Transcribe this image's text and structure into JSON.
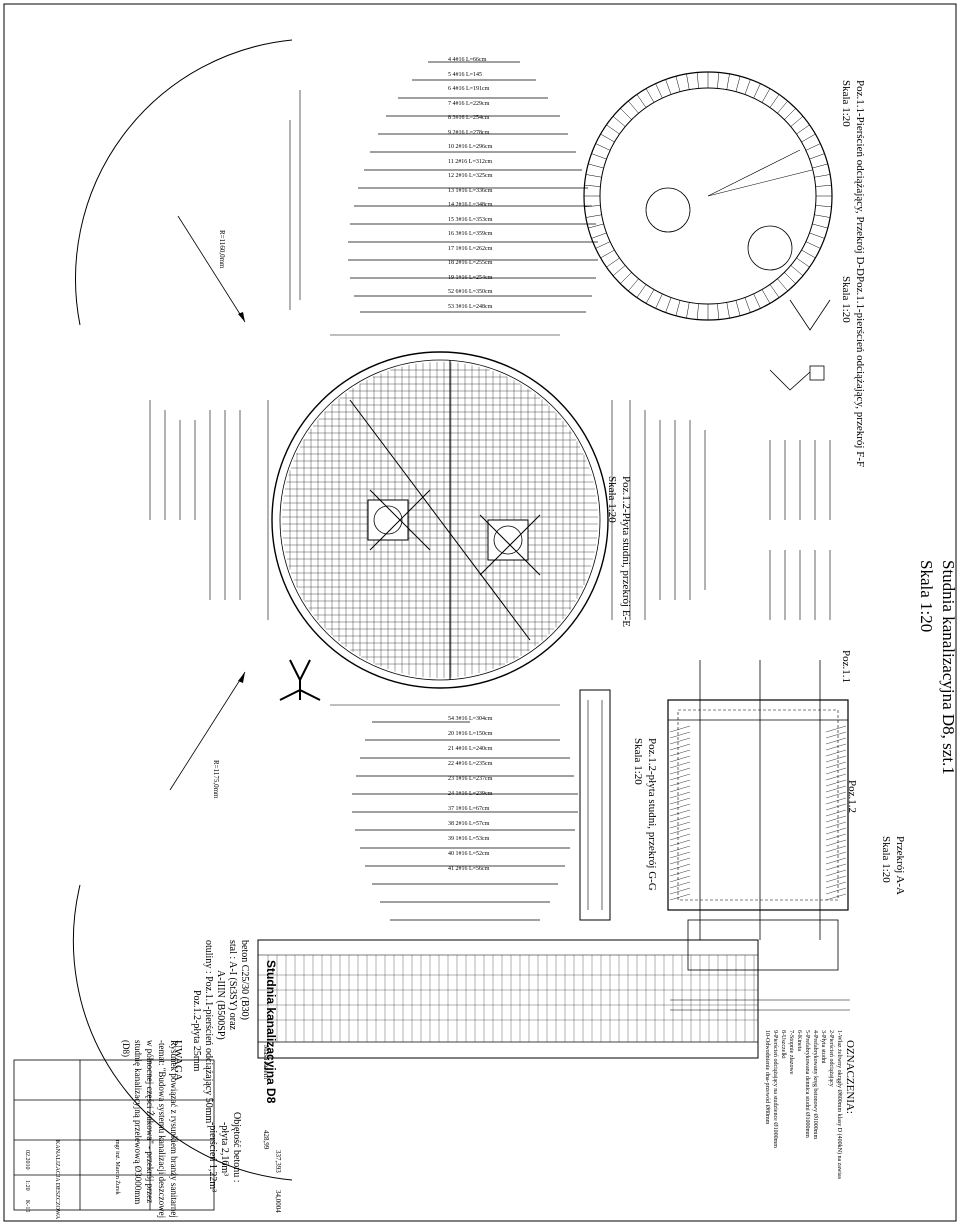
{
  "title": {
    "main": "Studnia kanalizacyjna D8, szt.1",
    "scale": "Skala 1:20"
  },
  "views": {
    "ring_dd": {
      "label": "Poz.1.1-Pierścień odciążający, Przekrój D-D",
      "scale": "Skala 1:20"
    },
    "ring_ff": {
      "label": "Poz.1.1-pierścień odciążający, przekrój F-F",
      "scale": "Skala 1:20"
    },
    "slab_ee": {
      "label": "Poz.1.2-Płyta studni, przekrój E-E",
      "scale": "Skala 1:20"
    },
    "slab_gg": {
      "label": "Poz.1.2-płyta studni, przekrój G-G",
      "scale": "Skala 1:20"
    },
    "section_aa": {
      "label": "Przekrój A-A",
      "scale": "Skala 1:20"
    },
    "poz11": "Poz.1.1",
    "poz12": "Poz.1.2"
  },
  "radius_labels": {
    "r1": "R=1160,0mm",
    "r2": "R=1175,0mm"
  },
  "bar_list_top": [
    "4 4#16 L=66cm",
    "5 4#16 L=145",
    "6 4#16 L=191cm",
    "7 4#16 L=229cm",
    "8 3#16 L=254cm",
    "9 2#16 L=278cm",
    "10 2#16 L=296cm",
    "11 2#16 L=312cm",
    "12 2#16 L=325cm",
    "13 1#16 L=336cm",
    "14 2#16 L=348cm",
    "15 3#16 L=353cm",
    "16 3#16 L=359cm",
    "17 1#16 L=262cm",
    "18 2#16 L=255cm",
    "19 1#16 L=254cm",
    "52 6#16 L=350cm",
    "53 3#16 L=248cm"
  ],
  "bar_list_bottom": [
    "54 3#16 L=304cm",
    "20 1#16 L=150cm",
    "21 4#16 L=240cm",
    "22 4#16 L=235cm",
    "23 1#16 L=237cm",
    "24 1#16 L=239cm",
    "37 1#16 L=67cm",
    "38 2#16 L=57cm",
    "39 1#16 L=53cm",
    "40 1#16 L=52cm",
    "41 2#16 L=56cm"
  ],
  "notes_heading": "OZNACZENIA:",
  "notes": [
    "1-Właz żeliwny okrągły Ø800mm klasy D (400kN) na zawias",
    "2-Pierścień odciążający",
    "3-Płyta studni",
    "4-Prefabrykowany kręg betonowy Ø1000mm",
    "5-Prefabrykowana dennica studni Ø1000mm",
    "6-Kineta",
    "7-Stopnie złazowe",
    "8-Uszczelki",
    "9-Pierścień odciążający na studzience Ø1000mm",
    "10-Odwodnienie dna-przewód Ø80mm"
  ],
  "concrete": {
    "line1": "beton C25/30 (B30)",
    "line2": "stal : A-I (St3SY) oraz",
    "line3": "A-IIIN (B500SP)",
    "line4": "otuliny : Poz.1.1-pierścień odciążający 50mm",
    "line5": "Poz.1.2-płyta 25mm"
  },
  "volume": {
    "heading": "Objętość betonu :",
    "v1": "-płyta 2,16m³",
    "v2": "-pierścień 1,22m³"
  },
  "uwaga": {
    "heading": "UWAGA",
    "text": "Rysunek powiązać z rysunkiem branży sanitarnej -temat: \"Budowa systemu kanalizacji deszczowej w północnej części Żukowa\" - przekrój przez studnię kanalizacyjną przelewową Ø3000mm (D8)"
  },
  "table": {
    "title": "Studnia kanalizacyjna D8",
    "total_label": "Masa razem",
    "total": "428,99",
    "mass_a": "337,393",
    "mass_b": "34,0004"
  },
  "title_block": {
    "project": "KANALIZACJA DESZCZOWA",
    "scale": "1:20",
    "date": "02.2010",
    "sheet": "K-15",
    "designer": "mgr inż. Marcin Żurek"
  }
}
